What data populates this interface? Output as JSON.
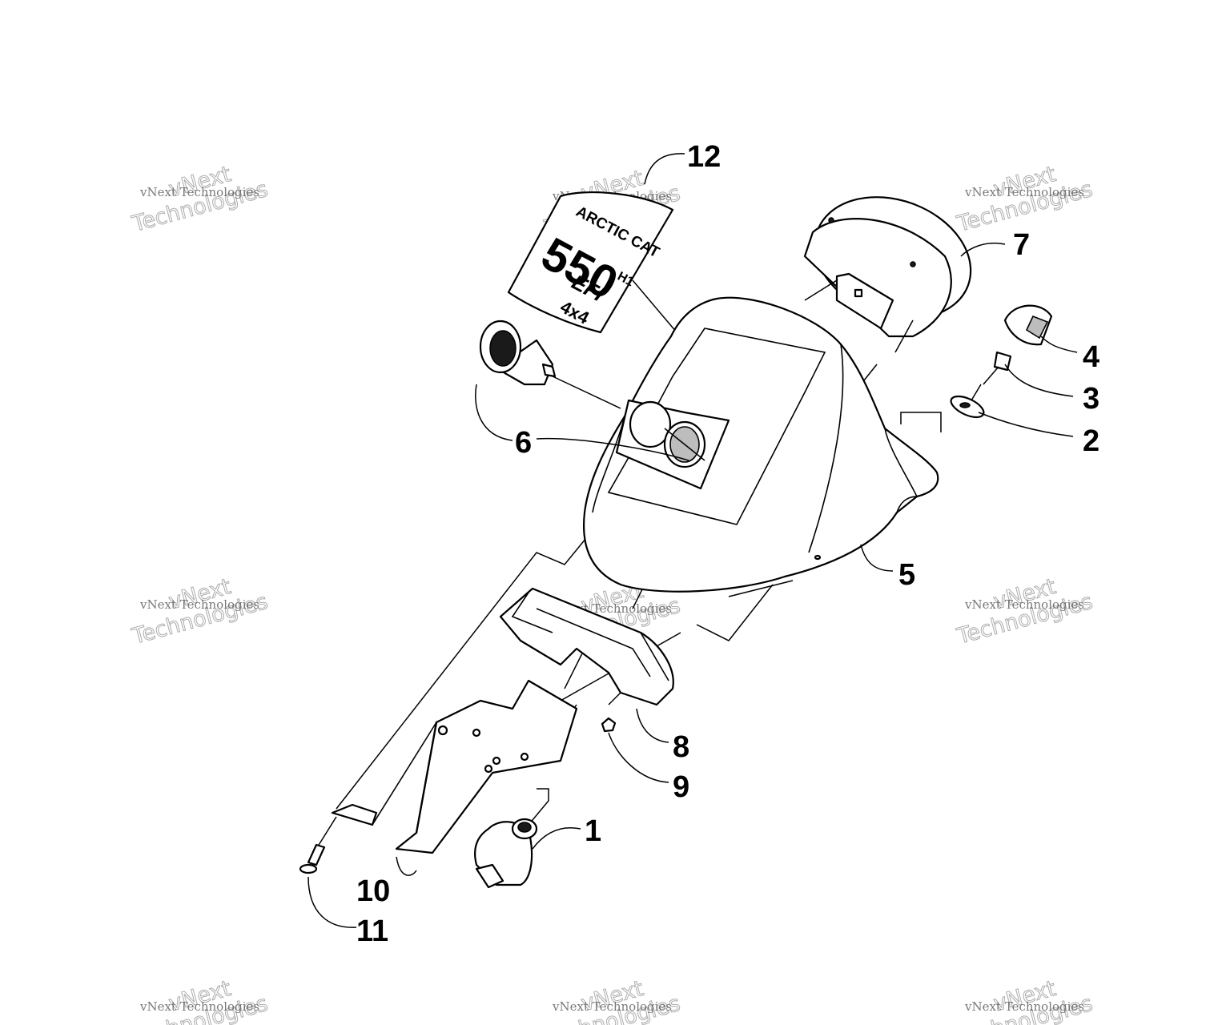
{
  "watermark": {
    "line1": "vNext",
    "line2": "Technologies",
    "small": "vNext Technologies"
  },
  "decal": {
    "brand": "ARCTIC CAT",
    "model": "550",
    "superscript": "H1",
    "efi": "EFI",
    "drive": "4x4"
  },
  "callouts": [
    "1",
    "2",
    "3",
    "4",
    "5",
    "6",
    "7",
    "8",
    "9",
    "10",
    "11",
    "12"
  ]
}
